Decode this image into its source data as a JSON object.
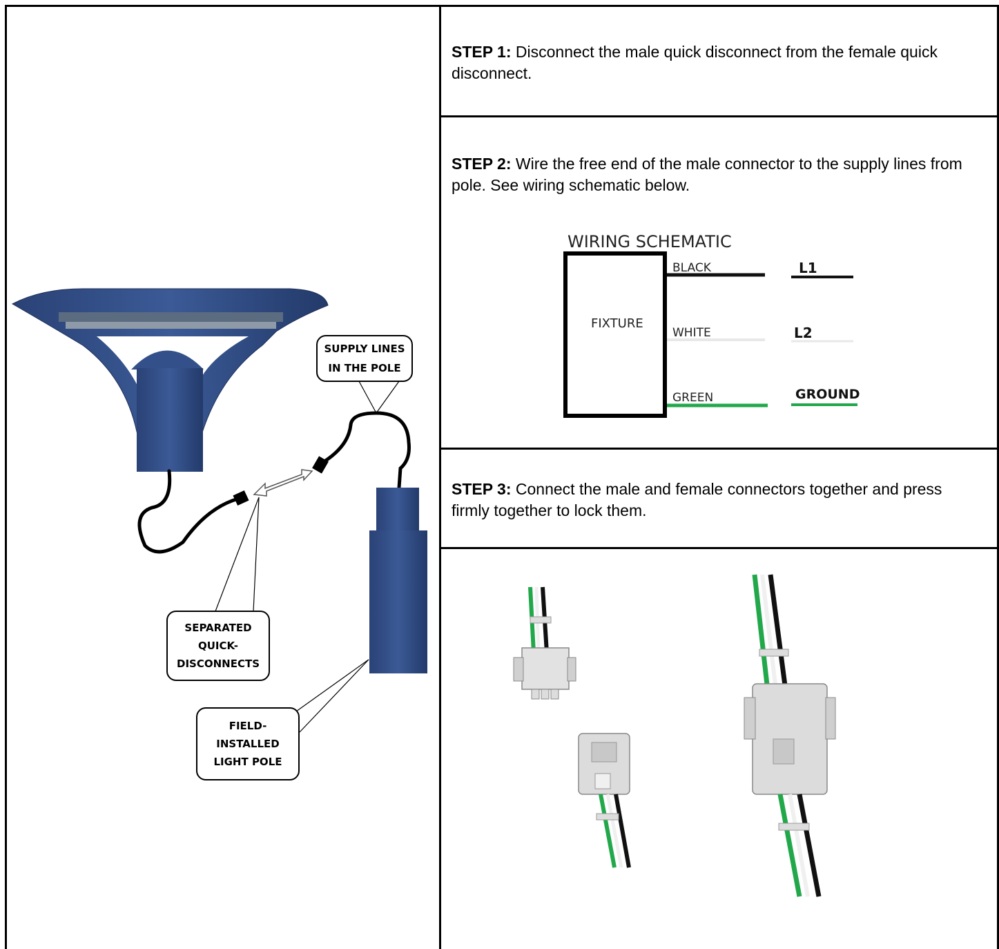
{
  "steps": [
    {
      "label": "STEP 1:",
      "text": " Disconnect the male quick disconnect from the female quick disconnect."
    },
    {
      "label": "STEP 2:",
      "text": " Wire the free end of the male connector to the supply lines from pole. See wiring schematic below."
    },
    {
      "label": "STEP 3:",
      "text": " Connect the male and female connectors together and press firmly together to lock them."
    }
  ],
  "schematic": {
    "title": "WIRING SCHEMATIC",
    "fixture_label": "FIXTURE",
    "wires": [
      {
        "name": "BLACK",
        "terminal": "L1",
        "color": "#111111"
      },
      {
        "name": "WHITE",
        "terminal": "L2",
        "color": "#f2f2f2"
      },
      {
        "name": "GREEN",
        "terminal": "GROUND",
        "color": "#22a84a"
      }
    ]
  },
  "callouts": {
    "supply_lines": [
      "SUPPLY LINES",
      "IN THE POLE"
    ],
    "separated": [
      "SEPARATED",
      "QUICK-",
      "DISCONNECTS"
    ],
    "pole": [
      "FIELD-",
      "INSTALLED",
      "LIGHT POLE"
    ]
  },
  "colors": {
    "fixture_blue": "#2f4a82",
    "wire_green": "#22a84a",
    "connector_gray": "#d9d9d9"
  }
}
